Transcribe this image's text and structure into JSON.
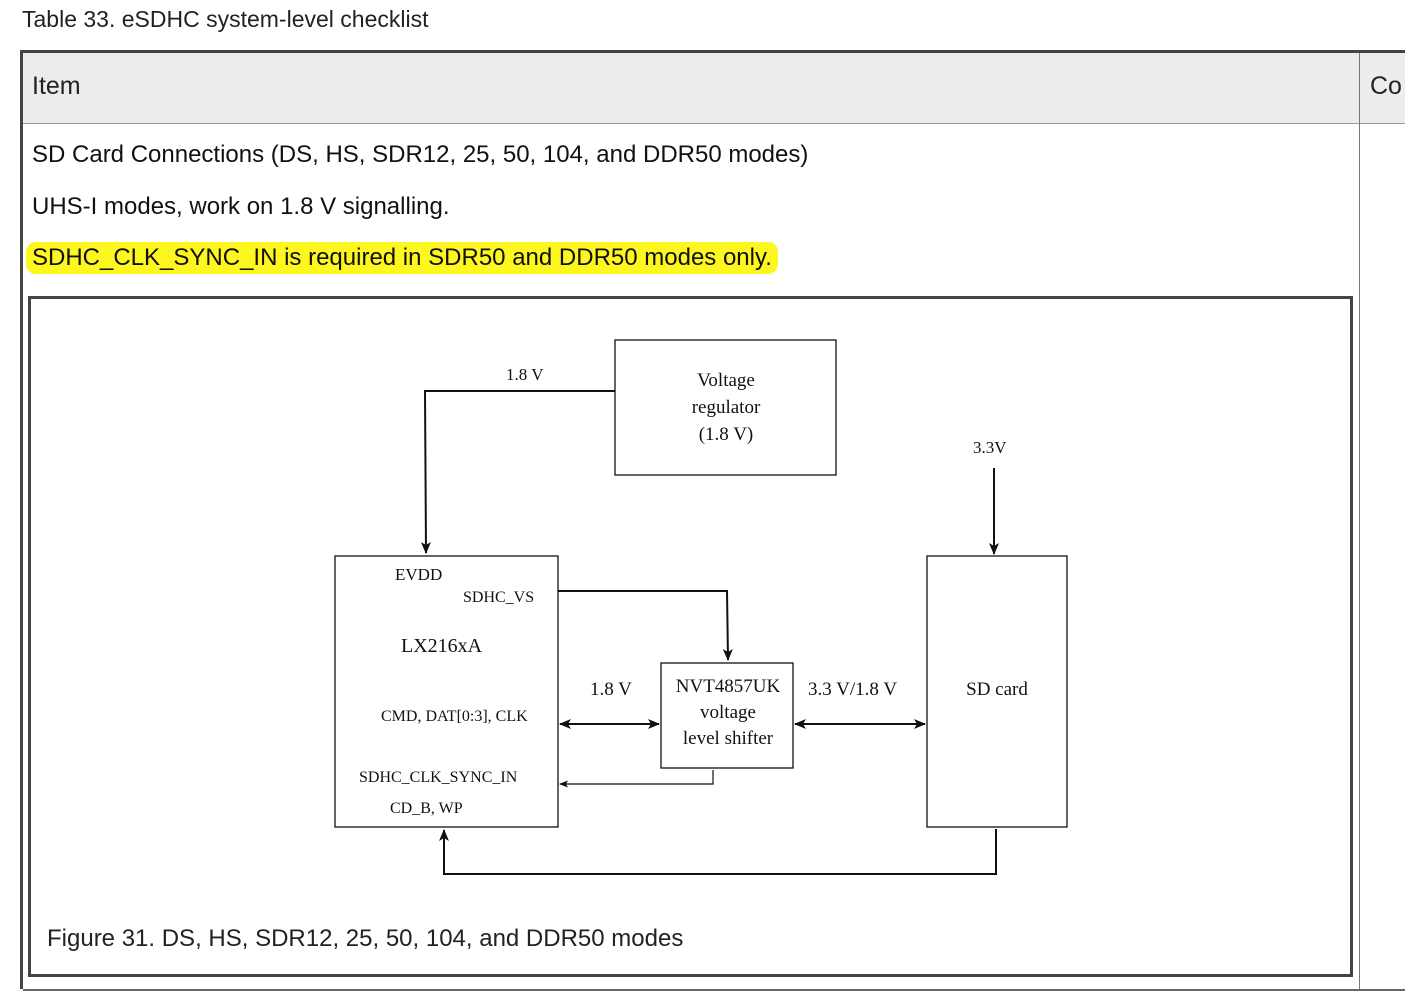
{
  "document": {
    "table_caption": "Table 33.  eSDHC system-level checklist",
    "header": {
      "item": "Item",
      "co": "Co"
    },
    "lines": [
      "SD Card Connections (DS, HS, SDR12, 25, 50, 104, and DDR50 modes)",
      "UHS-I modes, work on 1.8 V signalling.",
      "SDHC_CLK_SYNC_IN is required in SDR50 and DDR50 modes only."
    ],
    "highlight_color": "#fdf61f"
  },
  "figure": {
    "caption": "Figure 31.  DS, HS, SDR12, 25, 50, 104, and DDR50 modes",
    "regulator": {
      "line1": "Voltage",
      "line2": "regulator",
      "line3": "(1.8 V)"
    },
    "label_regulator_out": "1.8 V",
    "label_sd_supply": "3.3V",
    "processor": {
      "evdd": "EVDD",
      "sdhc_vs": "SDHC_VS",
      "name": "LX216xA",
      "cmd_dat_clk": "CMD, DAT[0:3], CLK",
      "sync_in": "SDHC_CLK_SYNC_IN",
      "cd_wp": "CD_B, WP"
    },
    "label_left_bus": "1.8 V",
    "shifter": {
      "line1": "NVT4857UK",
      "line2": "voltage",
      "line3": "level shifter"
    },
    "label_right_bus": "3.3 V/1.8 V",
    "sd_card": "SD card"
  }
}
